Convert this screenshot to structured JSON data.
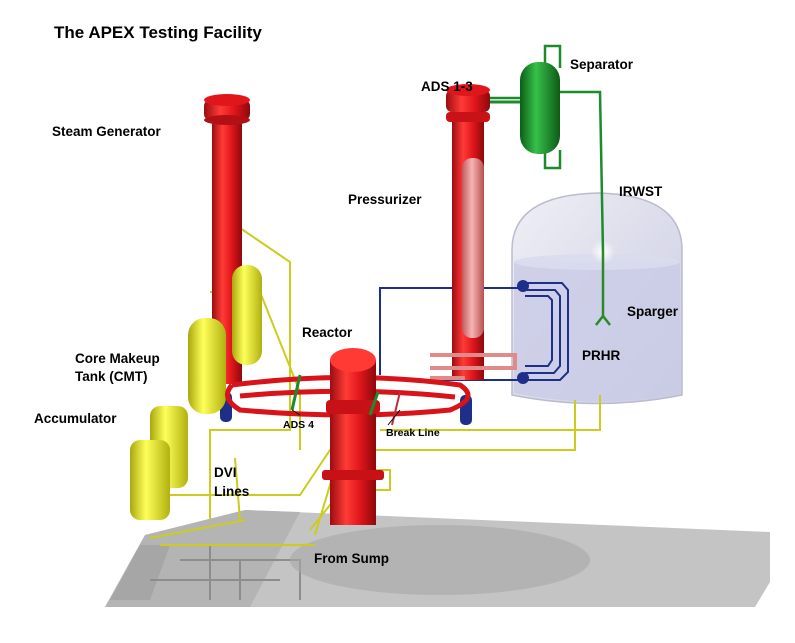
{
  "title": "The APEX Testing Facility",
  "labels": {
    "steam_generator": "Steam Generator",
    "ads_1_3": "ADS 1-3",
    "separator": "Separator",
    "irwst": "IRWST",
    "pressurizer": "Pressurizer",
    "sparger": "Sparger",
    "prhr": "PRHR",
    "reactor": "Reactor",
    "cmt_line1": "Core Makeup",
    "cmt_line2": "Tank (CMT)",
    "accumulator": "Accumulator",
    "ads4": "ADS 4",
    "break_line": "Break Line",
    "dvi_line1": "DVI",
    "dvi_line2": "Lines",
    "from_sump": "From Sump"
  },
  "colors": {
    "vessel_red": "#e0161b",
    "vessel_red_dark": "#a20e12",
    "tank_yellow": "#eaea2a",
    "tank_yellow_dark": "#b6b614",
    "separator_green": "#1a9a2a",
    "line_blue": "#1e2f8a",
    "pressurizer_pink": "#e88a8a",
    "irwst_glass": "#d6d8ec",
    "floor_gray": "#b9b9b9"
  }
}
